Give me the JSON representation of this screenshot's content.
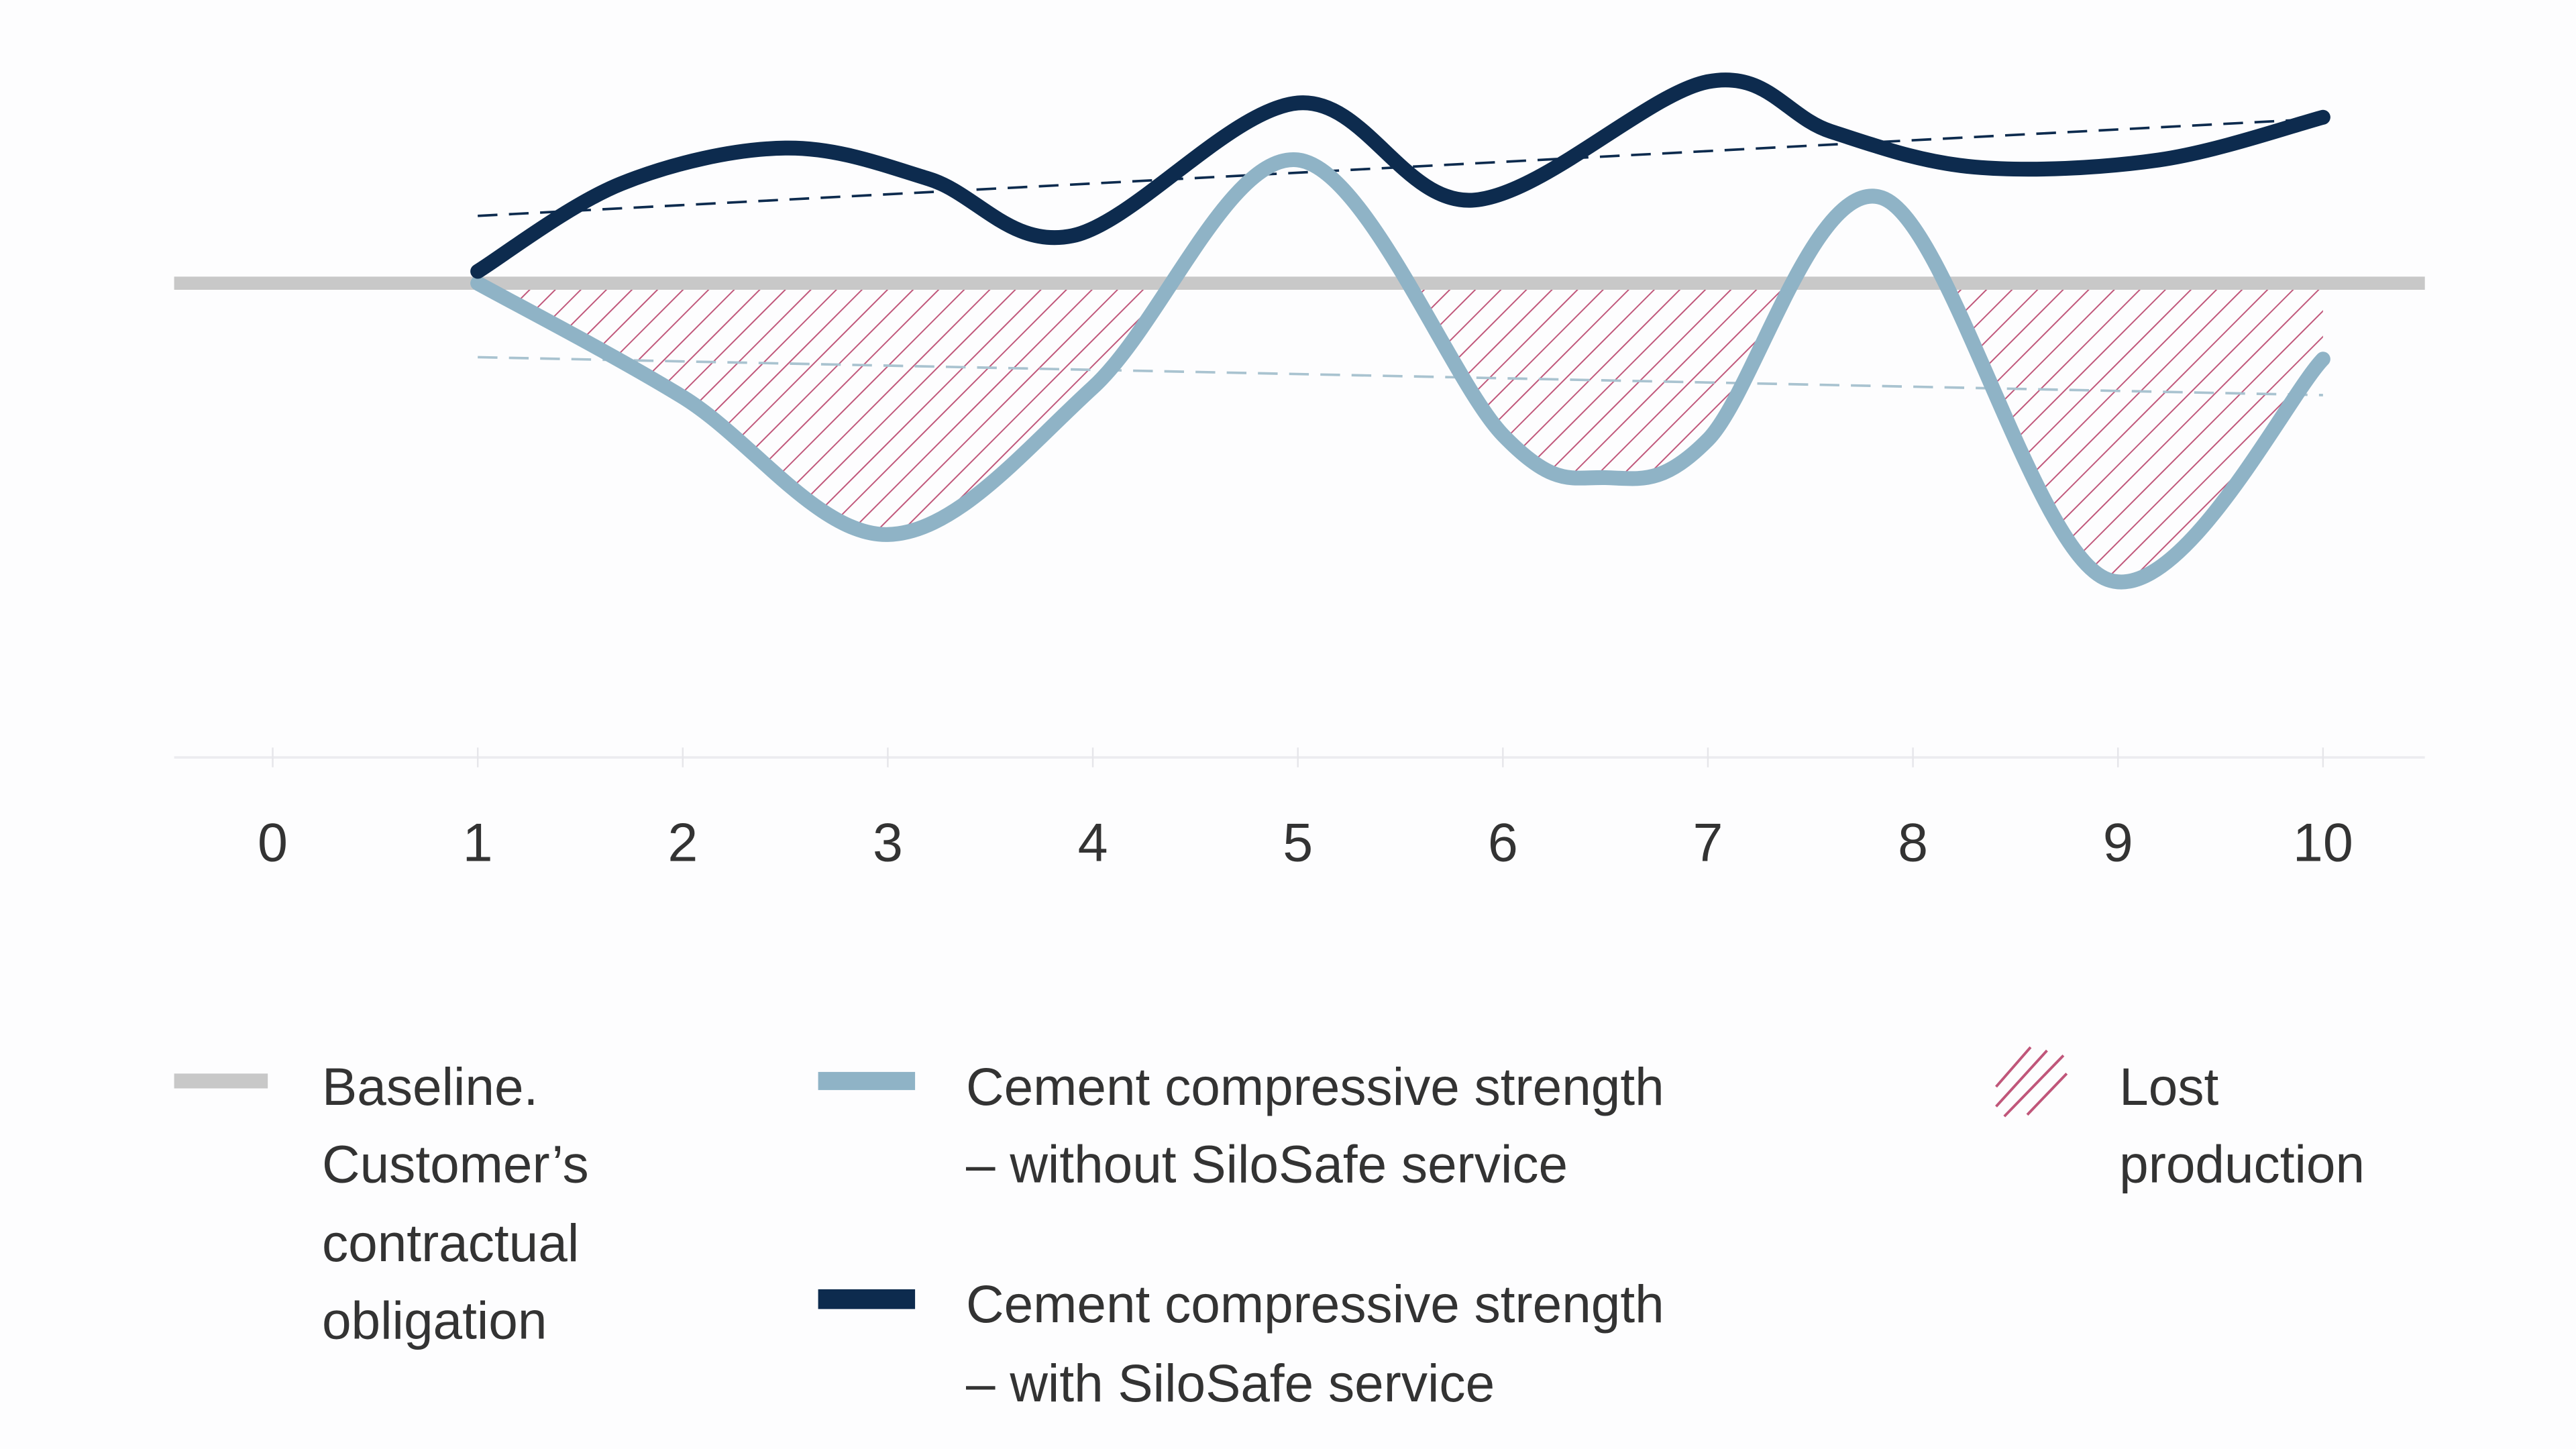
{
  "chart_data": {
    "type": "line",
    "title": "",
    "xlabel": "",
    "ylabel": "",
    "x_ticks": [
      "0",
      "1",
      "2",
      "3",
      "4",
      "5",
      "6",
      "7",
      "8",
      "9",
      "10"
    ],
    "xlim": [
      0,
      10
    ],
    "ylim": [
      -10,
      6
    ],
    "grid": false,
    "legend_placement": "bottom",
    "baseline": {
      "name": "Baseline. Customer's contractual obligation",
      "value": 0,
      "color": "#c8c8c8"
    },
    "series": [
      {
        "name": "Cement compressive strength – without SiloSafe service",
        "color": "#8fb3c6",
        "x": [
          1,
          2,
          3,
          4,
          5,
          6,
          6.5,
          7,
          7.85,
          8.95,
          10
        ],
        "y": [
          0,
          -2.4,
          -5.3,
          -2.2,
          2.6,
          -3.2,
          -4.1,
          -3.3,
          1.8,
          -6.25,
          -1.6
        ]
      },
      {
        "name": "Cement compressive strength – with SiloSafe service",
        "color": "#0d2b4e",
        "x": [
          1,
          1.7,
          2.5,
          3.2,
          3.9,
          5,
          5.85,
          7,
          7.6,
          8.3,
          9.2,
          10
        ],
        "y": [
          0.25,
          2.1,
          2.85,
          2.2,
          1.0,
          3.8,
          1.75,
          4.25,
          3.2,
          2.45,
          2.6,
          3.5
        ]
      }
    ],
    "trendlines": [
      {
        "of": "with",
        "x": [
          1,
          10
        ],
        "y": [
          1.42,
          3.47
        ],
        "color": "#0d2b4e",
        "style": "dashed"
      },
      {
        "of": "without",
        "x": [
          1,
          10
        ],
        "y": [
          -1.56,
          -2.36
        ],
        "color": "#a9c3d0",
        "style": "dashed"
      }
    ],
    "shaded_region": {
      "name": "Lost production",
      "pattern": "hatch",
      "color": "#c0567a",
      "between": [
        "baseline",
        "without"
      ]
    }
  },
  "legend": {
    "baseline": [
      "Baseline.",
      "Customer’s",
      "contractual",
      "obligation"
    ],
    "without": [
      "Cement compressive strength",
      "– without SiloSafe service"
    ],
    "with": [
      "Cement compressive strength",
      "– with SiloSafe service"
    ],
    "lost": [
      "Lost",
      "production"
    ]
  }
}
